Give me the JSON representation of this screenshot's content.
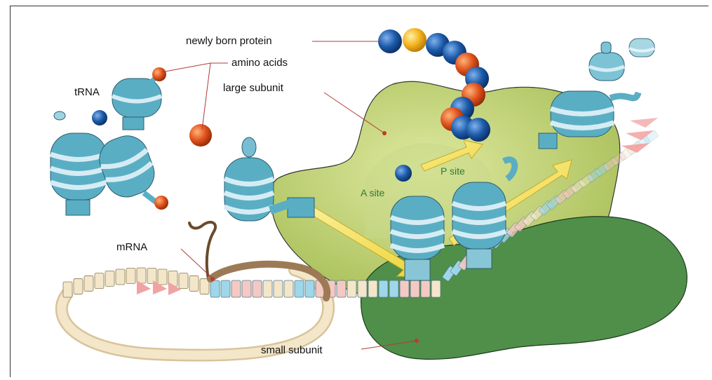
{
  "labels": {
    "newly_born_protein": "newly born protein",
    "amino_acids": "amino acids",
    "large_subunit": "large subunit",
    "trna": "tRNA",
    "mrna": "mRNA",
    "a_site": "A site",
    "p_site": "P site",
    "small_subunit": "small subunit"
  },
  "colors": {
    "large_subunit": "#b9cf6a",
    "small_subunit": "#4f8f4a",
    "trna_body": "#5aaec4",
    "trna_light": "#bfe3ef",
    "protein_blue": "#1c5aa8",
    "protein_orange": "#e0521b",
    "protein_yellow": "#f3b21d",
    "arrow": "#f2de4a",
    "pointer": "#c0392b"
  }
}
